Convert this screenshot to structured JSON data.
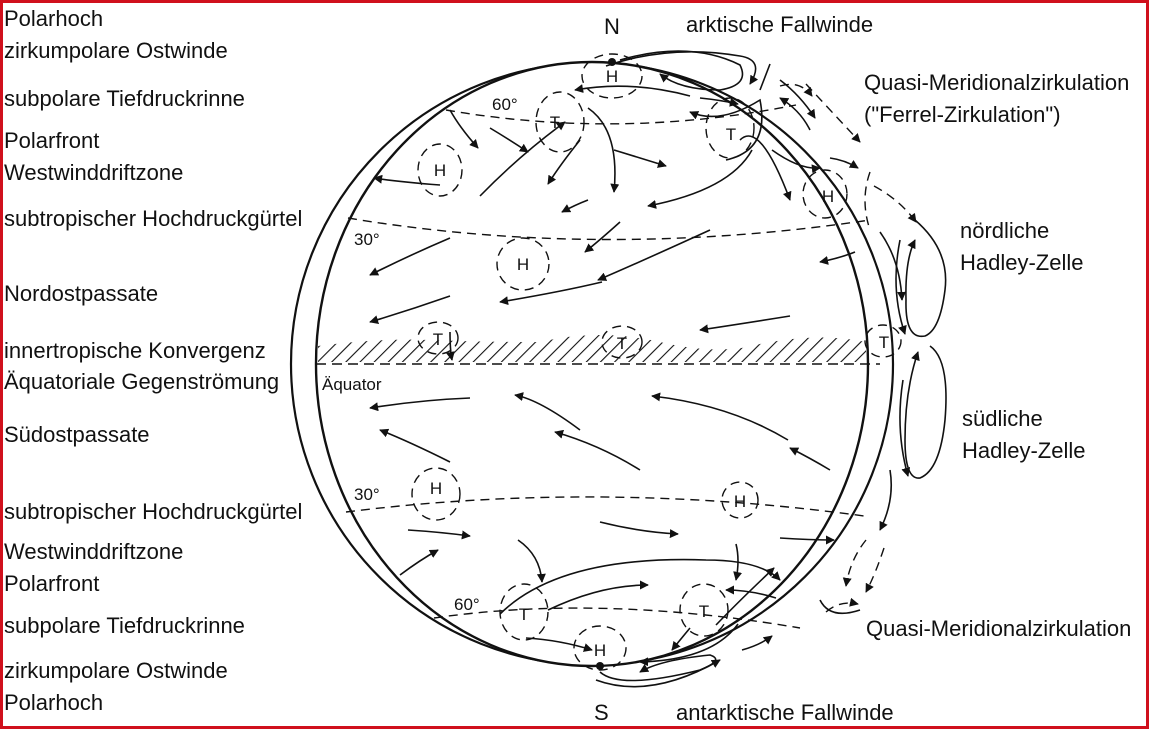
{
  "left_labels": [
    "Polarhoch",
    "zirkumpolare Ostwinde",
    "subpolare Tiefdruckrinne",
    "Polarfront",
    "Westwinddriftzone",
    "subtropischer Hochdruckgürtel",
    "Nordostpassate",
    "innertropische Konvergenz",
    "Äquatoriale Gegenströmung",
    "Südostpassate",
    "subtropischer Hochdruckgürtel",
    "Westwinddriftzone",
    "Polarfront",
    "subpolare Tiefdruckrinne",
    "zirkumpolare Ostwinde",
    "Polarhoch"
  ],
  "poles": {
    "north": "N",
    "south": "S"
  },
  "right_labels": {
    "arctic_winds": "arktische Fallwinde",
    "ferrel_1": "Quasi-Meridionalzirkulation",
    "ferrel_2": "(\"Ferrel-Zirkulation\")",
    "hadley_north_1": "nördliche",
    "hadley_north_2": "Hadley-Zelle",
    "hadley_south_1": "südliche",
    "hadley_south_2": "Hadley-Zelle",
    "quasi_south": "Quasi-Meridionalzirkulation",
    "antarctic_winds": "antarktische Fallwinde"
  },
  "latitudes": {
    "n60": "60°",
    "n30": "30°",
    "equator": "Äquator",
    "s30": "30°",
    "s60": "60°"
  },
  "pressure_symbols": {
    "high": "H",
    "low": "T"
  },
  "colors": {
    "frame": "#d0101c",
    "ink": "#111111",
    "background": "#ffffff"
  }
}
